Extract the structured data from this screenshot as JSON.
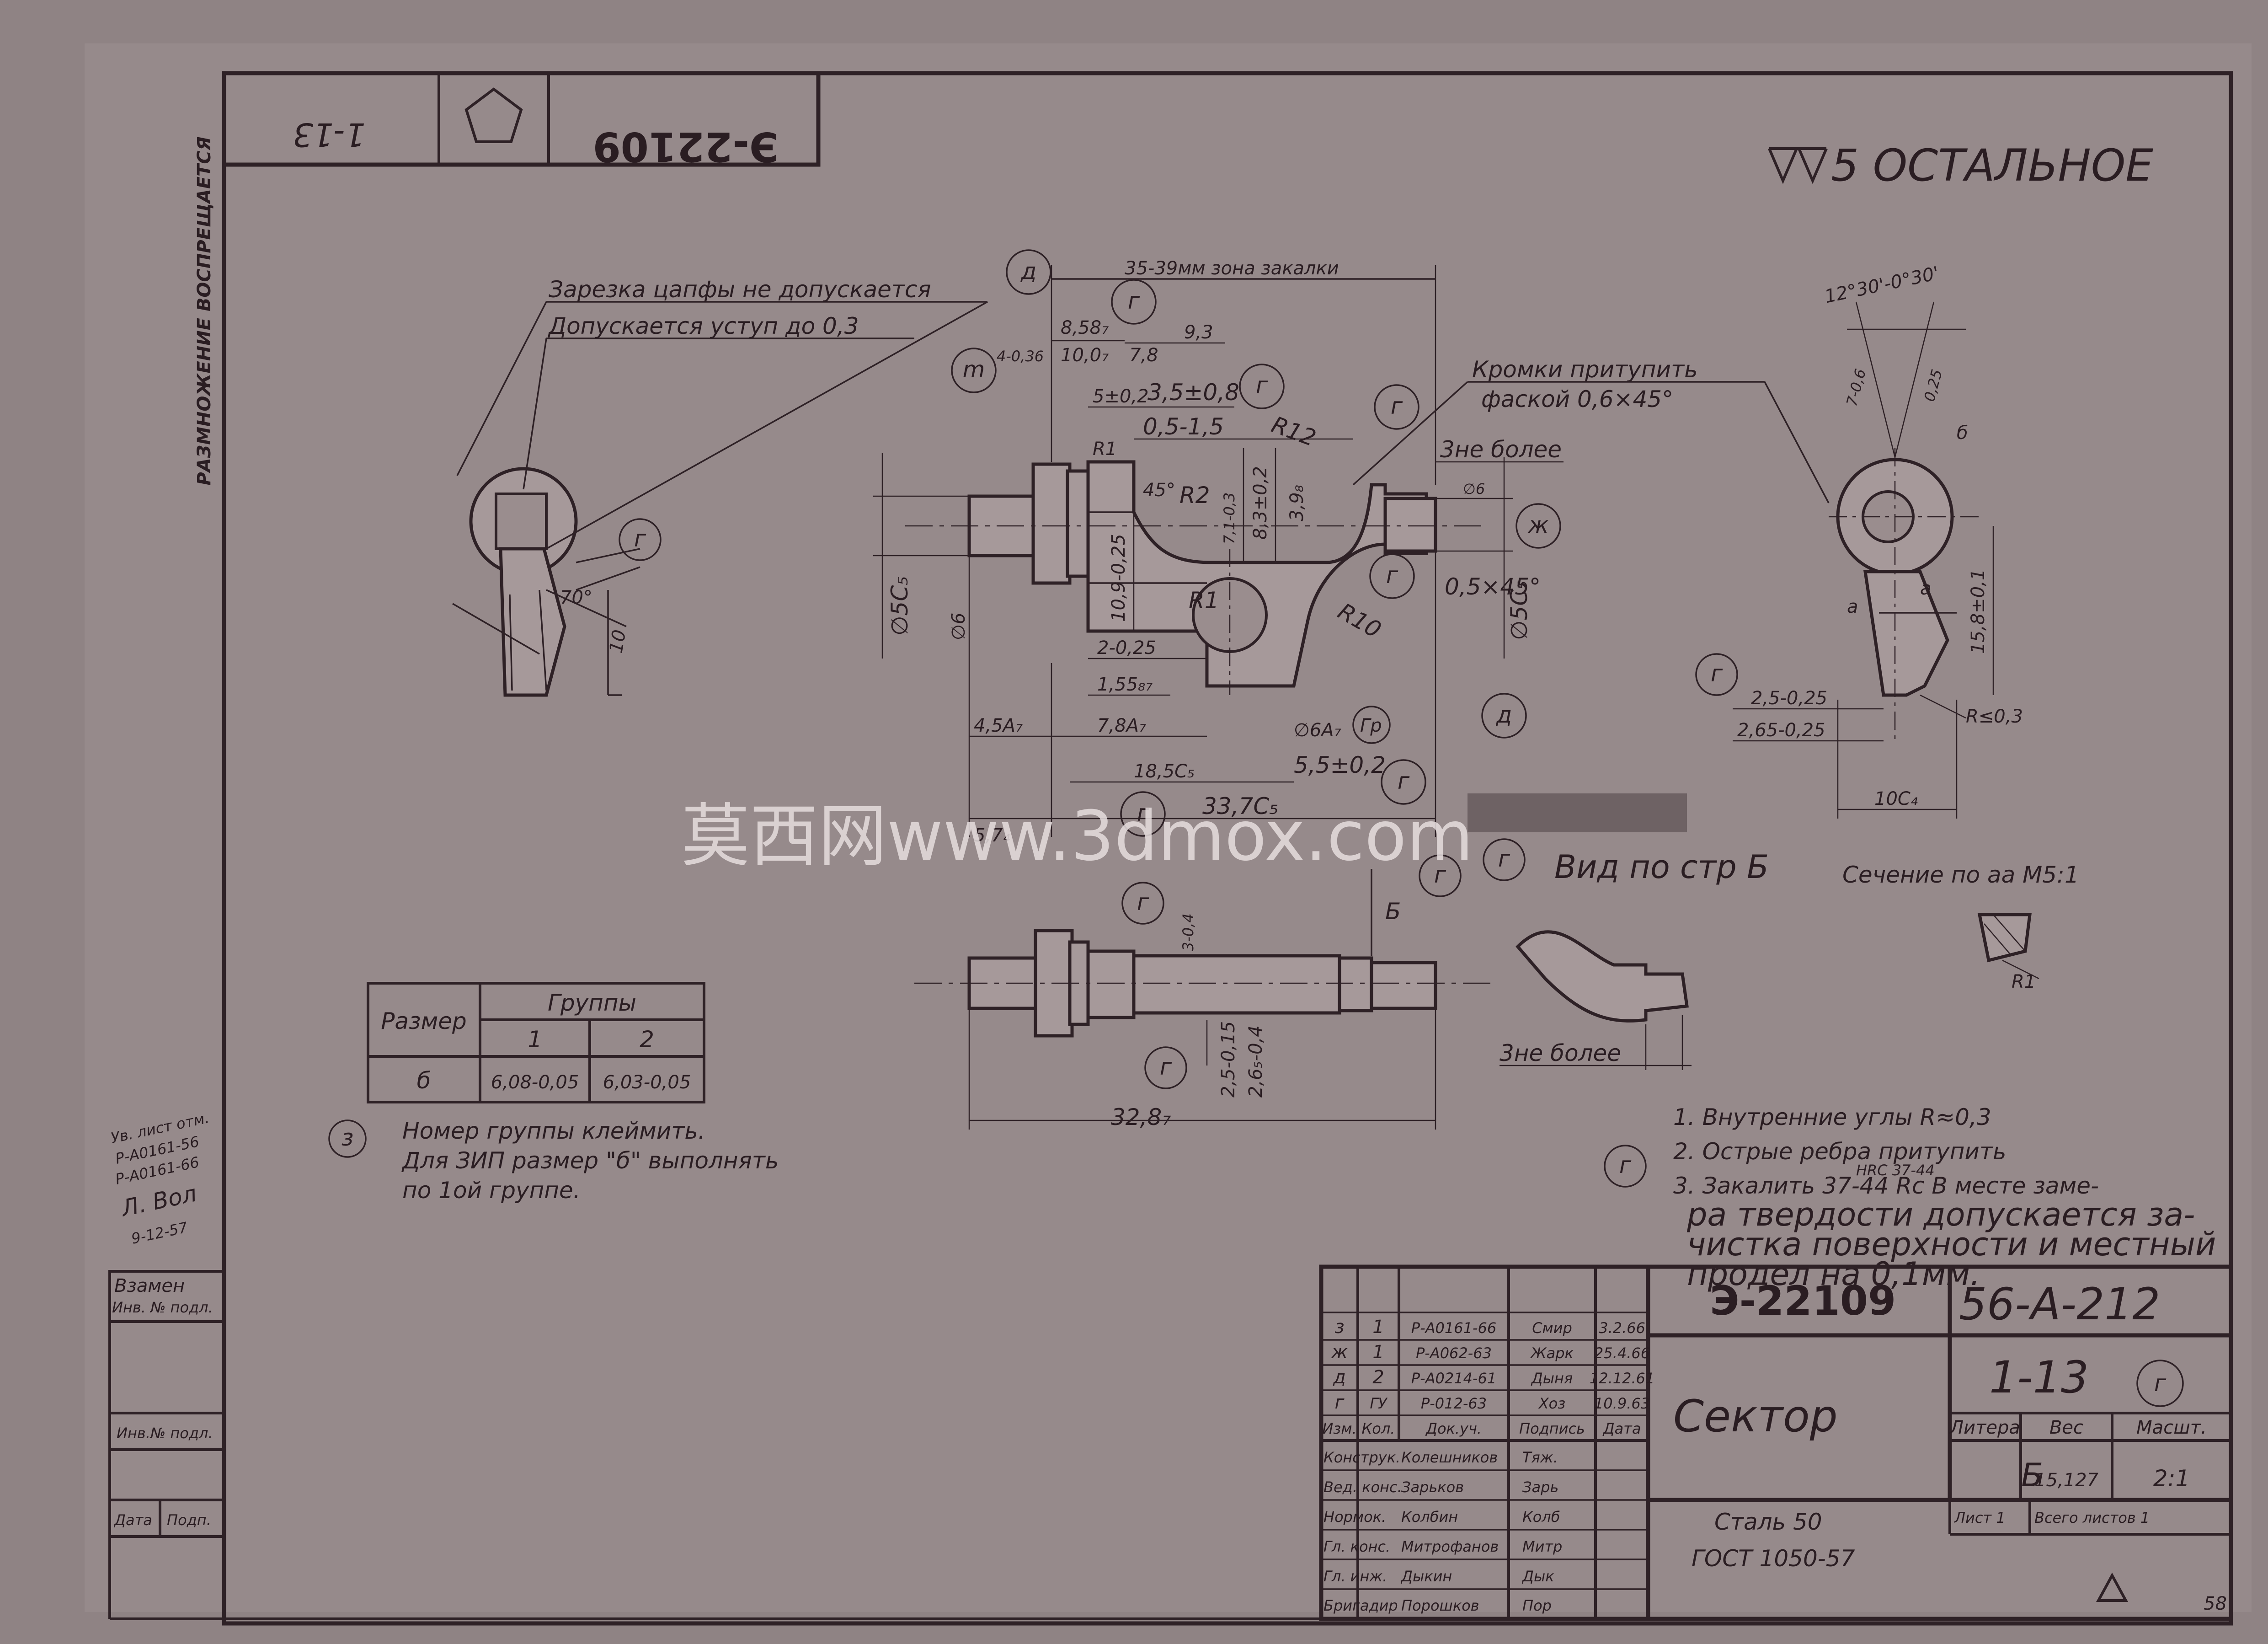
{
  "rotated_stamp": {
    "drawing_no": "Э-22109",
    "sheet_ref": "1-13"
  },
  "side_notice": "РАЗМНОЖЕНИЕ ВОСПРЕЩАЕТСЯ",
  "roughness_note": "5 ОСТАЛЬНОЕ",
  "callouts": {
    "chamfer_undercut": "Зарезка цапфы не допускается",
    "step_allowed": "Допускается уступ до 0,3",
    "edges_blunt_1": "Кромки притупить",
    "edges_blunt_2": "фаской 0,6×45°",
    "hardening_zone": "35-39мм  зона закалки",
    "view_b": "Вид по стр Б",
    "section_aa": "Сечение по аа   М5:1",
    "max3_top": "3не более",
    "max3_bottom": "3не более"
  },
  "revision_circles": {
    "d": "д",
    "g": "г",
    "zh": "ж",
    "m": "m",
    "z": "з"
  },
  "dimensions": {
    "d_4_036": "4-0,36",
    "d_858": "8,58₇",
    "d_1007": "10,0₇",
    "d_93": "9,3",
    "d_78": "7,8",
    "d_5pm02": "5±0,2",
    "d_35pm08": "3,5±0,8",
    "d_05_15": "0,5-1,5",
    "d_r1a": "R1",
    "d_r12": "R12",
    "d_45deg": "45°",
    "d_r2": "R2",
    "d_71_03": "7,1-0,3",
    "d_83pm02": "8,3±0,2",
    "d_398": "3,9₈",
    "d_phi6": "∅6",
    "d_phi5c5_l": "∅5С₅",
    "d_109": "10,9-0,25",
    "d_r1b": "R1",
    "d_r10": "R10",
    "d_05x45": "0,5×45°",
    "d_phi5c5_r": "∅5С₅",
    "d_2_025": "2-0,25",
    "d_155": "1,55₈₇",
    "d_45a": "4,5А₇",
    "d_78a": "7,8А₇",
    "d_phi6a": "∅6А₇",
    "d_185c5": "18,5С₅",
    "d_55pm02": "5,5±0,2",
    "d_337": "33,7С₅",
    "d_574": "5,7₄",
    "d_gr": "Гр",
    "d_3_04": "3-0,4",
    "d_25_015": "2,5-0,15",
    "d_2654": "2,6₅-0,4",
    "d_328": "32,8₇",
    "d_angle": "12°30'-0°30'",
    "d_7_06": "7-0,6",
    "d_r025": "0,25",
    "d_b": "б",
    "d_a": "а",
    "d_158": "15,8±0,1",
    "d_25_025": "2,5-0,25",
    "d_265_025": "2,65-0,25",
    "d_r03": "R≤0,3",
    "d_10c4": "10С₄",
    "d_r1c": "R1",
    "d_6_12": "10",
    "d_70": "70°"
  },
  "groups_table": {
    "col_size": "Размер",
    "col_groups": "Группы",
    "g1": "1",
    "g2": "2",
    "row_param": "б",
    "row_g1": "6,08-0,05",
    "row_g2": "6,03-0,05"
  },
  "group_note": {
    "line1": "Номер группы клеймить.",
    "line2": "Для ЗИП размер \"б\" выполнять",
    "line3": "по 1ой группе."
  },
  "tech_notes": {
    "n1": "1. Внутренние углы R≈0,3",
    "n2": "2. Острые ребра притупить",
    "n2_hrc": "HRC 37-44",
    "n3a": "3. Закалить 37-44 Rc   В месте заме-",
    "n3b": "ра твердости допускается за-",
    "n3c": "чистка поверхности и местный",
    "n3d": "продел на 0,1мм."
  },
  "left_margin": {
    "handwritten_1": "Ув. лист отм.",
    "handwritten_2": "Р-А0161-56",
    "handwritten_3": "Р-А0161-66",
    "handwritten_4": "Л. Вол",
    "handwritten_5": "9-12-57",
    "replace_label": "Взамен",
    "inv_label": "Инв. № подл.",
    "inv_label2": "Инв.№ подл.",
    "date_label": "Дата",
    "sign_label": "Подп."
  },
  "title_block": {
    "drawing_no": "Э-22109",
    "code": "56-А-212",
    "sheet_ref": "1-13",
    "part_name": "Сектор",
    "material_1": "Сталь 50",
    "material_2": "ГОСТ 1050-57",
    "col_litera": "Литера",
    "col_weight": "Вес",
    "col_scale": "Масшт.",
    "litera": "Б",
    "weight": "15,127",
    "scale": "2:1",
    "sheet_label": "Лист 1",
    "sheets_total": "Всего листов 1",
    "page_no": "58",
    "rev_rows": [
      {
        "mark": "з",
        "qty": "1",
        "doc": "Р-А0161-66",
        "sign": "Смир",
        "date": "3.2.66"
      },
      {
        "mark": "ж",
        "qty": "1",
        "doc": "Р-А062-63",
        "sign": "Жарк",
        "date": "25.4.66"
      },
      {
        "mark": "д",
        "qty": "2",
        "doc": "Р-А0214-61",
        "sign": "Дыня",
        "date": "12.12.61"
      },
      {
        "mark": "г",
        "qty": "ГУ",
        "doc": "Р-012-63",
        "sign": "Хоз",
        "date": "10.9.63"
      }
    ],
    "rev_header": {
      "mark": "Изм.",
      "qty": "Кол.",
      "doc": "Док.уч.",
      "sign": "Подпись",
      "date": "Дата"
    },
    "people": [
      {
        "role": "Конструк.",
        "name": "Колешников",
        "sign": "Тяж."
      },
      {
        "role": "Вед. конс.",
        "name": "Зарьков",
        "sign": "Зарь"
      },
      {
        "role": "Нормок.",
        "name": "Колбин",
        "sign": "Колб"
      },
      {
        "role": "Гл. конс.",
        "name": "Митрофанов",
        "sign": "Митр"
      },
      {
        "role": "Гл. инж.",
        "name": "Дыкин",
        "sign": "Дык"
      },
      {
        "role": "Бригадир",
        "name": "Порошков",
        "sign": "Пор"
      }
    ]
  },
  "watermark": "莫西网www.3dmox.com"
}
